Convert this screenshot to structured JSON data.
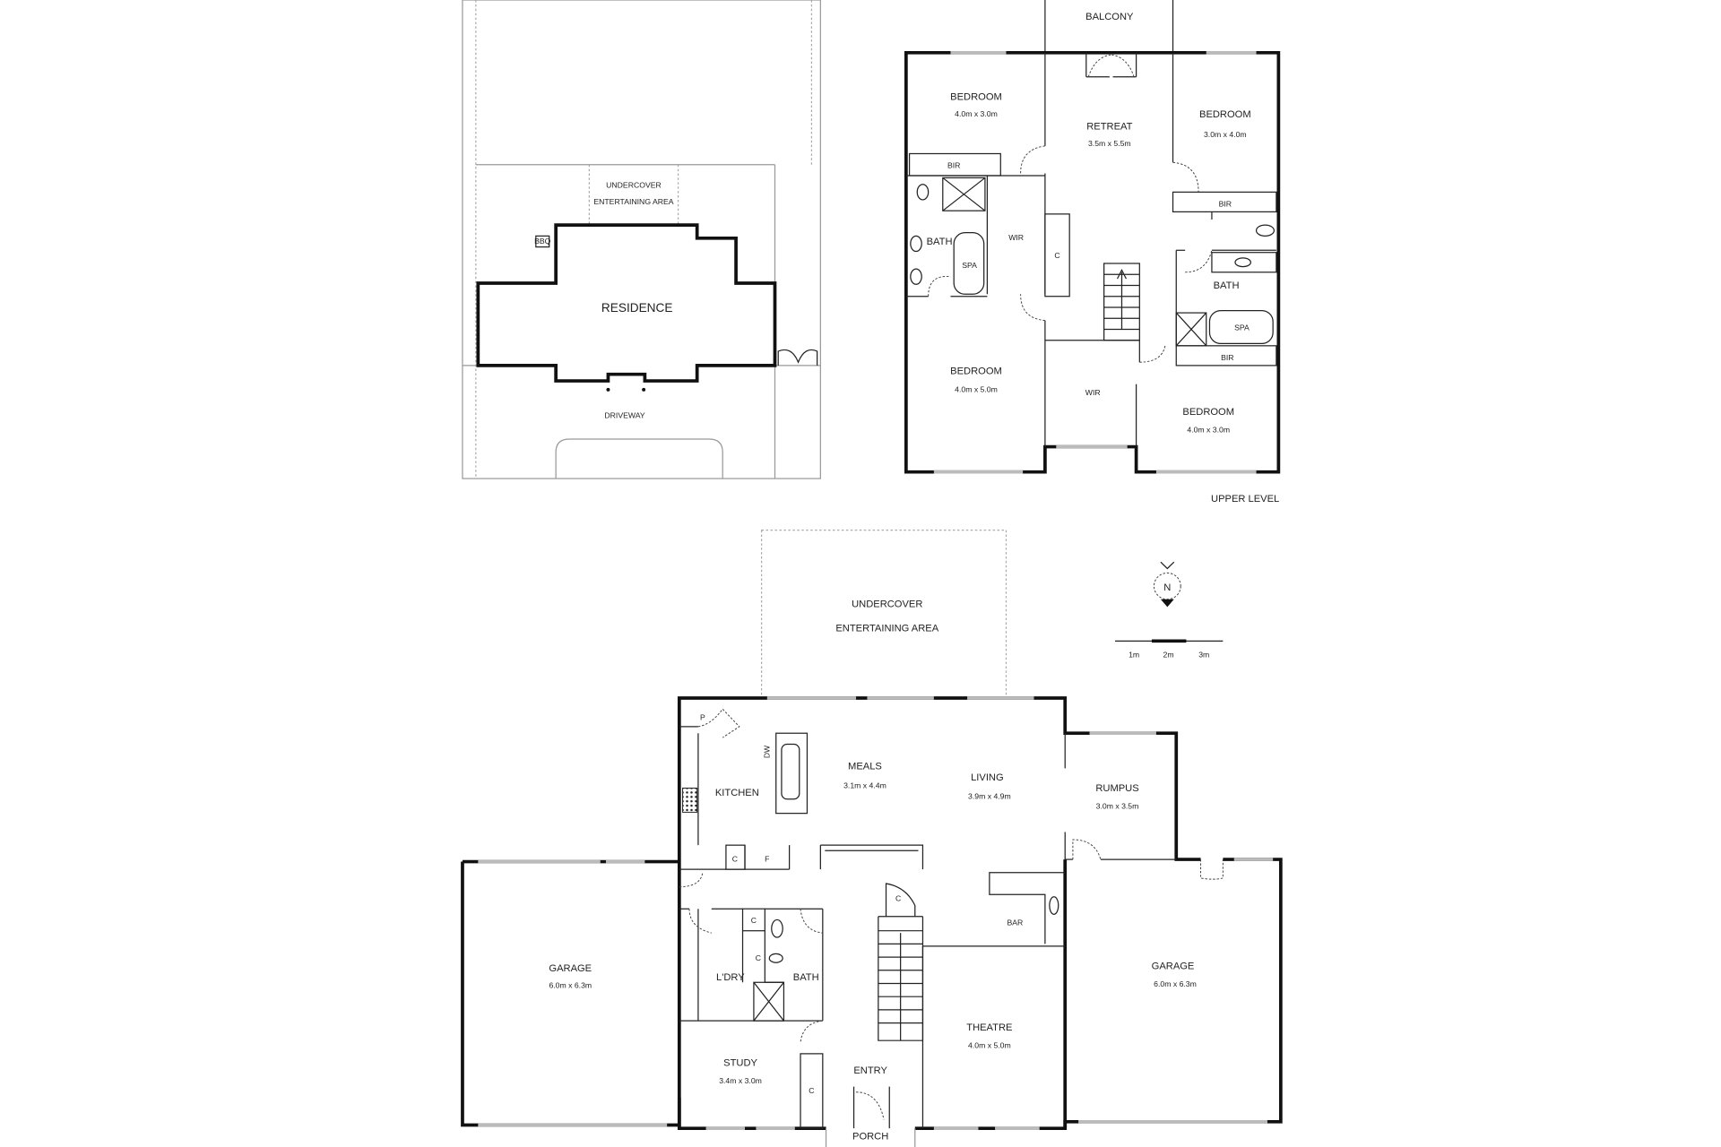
{
  "site_plan": {
    "undercover_line1": "UNDERCOVER",
    "undercover_line2": "ENTERTAINING AREA",
    "bbq": "BBQ",
    "residence": "RESIDENCE",
    "driveway": "DRIVEWAY"
  },
  "upper_level": {
    "title": "UPPER LEVEL",
    "balcony": "BALCONY",
    "retreat": {
      "name": "RETREAT",
      "size": "3.5m x 5.5m"
    },
    "bedroom_nw": {
      "name": "BEDROOM",
      "size": "4.0m x 3.0m"
    },
    "bedroom_ne": {
      "name": "BEDROOM",
      "size": "3.0m x 4.0m"
    },
    "bedroom_sw": {
      "name": "BEDROOM",
      "size": "4.0m x 5.0m"
    },
    "bedroom_se": {
      "name": "BEDROOM",
      "size": "4.0m x 3.0m"
    },
    "bir_1": "BIR",
    "bir_2": "BIR",
    "bir_3": "BIR",
    "bath_1": "BATH",
    "spa_1": "SPA",
    "wir_1": "WIR",
    "c_1": "C",
    "bath_2": "BATH",
    "spa_2": "SPA",
    "wir_2": "WIR"
  },
  "lower_level": {
    "undercover_line1": "UNDERCOVER",
    "undercover_line2": "ENTERTAINING AREA",
    "meals": {
      "name": "MEALS",
      "size": "3.1m x 4.4m"
    },
    "living": {
      "name": "LIVING",
      "size": "3.9m x 4.9m"
    },
    "rumpus": {
      "name": "RUMPUS",
      "size": "3.0m x 3.5m"
    },
    "kitchen": "KITCHEN",
    "pantry": "P",
    "dw": "DW",
    "c_kitchen": "C",
    "f_kitchen": "F",
    "c_stair": "C",
    "bar": "BAR",
    "garage_w": {
      "name": "GARAGE",
      "size": "6.0m x 6.3m"
    },
    "garage_e": {
      "name": "GARAGE",
      "size": "6.0m x 6.3m"
    },
    "laundry": "L'DRY",
    "bath": "BATH",
    "c_ldry1": "C",
    "c_ldry2": "C",
    "theatre": {
      "name": "THEATRE",
      "size": "4.0m x 5.0m"
    },
    "study": {
      "name": "STUDY",
      "size": "3.4m x 3.0m"
    },
    "c_study": "C",
    "entry": "ENTRY",
    "porch": "PORCH"
  },
  "scale_bar": {
    "labels": [
      "1m",
      "2m",
      "3m"
    ]
  },
  "north_arrow": {
    "label": "N"
  }
}
